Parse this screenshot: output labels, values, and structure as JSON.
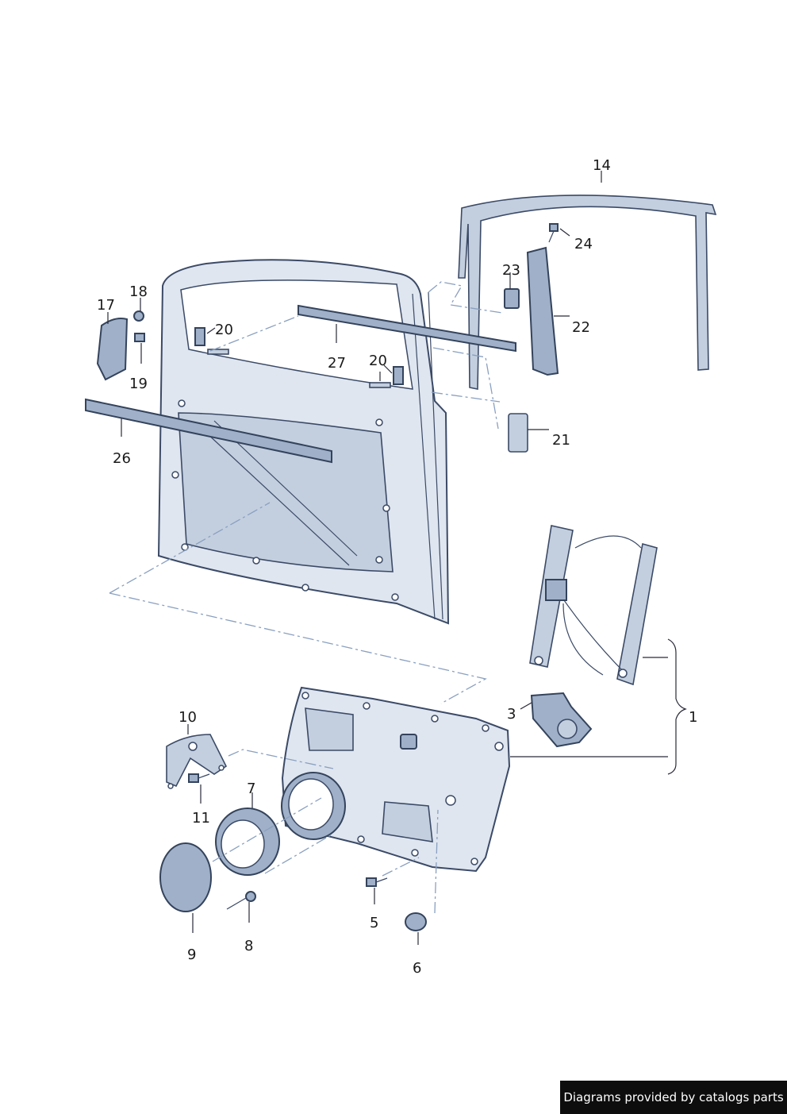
{
  "diagram": {
    "callouts": {
      "c1": "1",
      "c3": "3",
      "c5": "5",
      "c6": "6",
      "c7": "7",
      "c8": "8",
      "c9": "9",
      "c10": "10",
      "c11": "11",
      "c14": "14",
      "c17": "17",
      "c18": "18",
      "c19": "19",
      "c20a": "20",
      "c20b": "20",
      "c21": "21",
      "c22": "22",
      "c23": "23",
      "c24": "24",
      "c26": "26",
      "c27": "27"
    }
  },
  "watermark": {
    "text": "Diagrams provided by catalogs parts"
  },
  "colors": {
    "part_fill": "#dfe6f0",
    "part_stroke": "#3b4a66",
    "dash": "#8aa0c0",
    "watermark_bg": "#0d0d0d"
  }
}
